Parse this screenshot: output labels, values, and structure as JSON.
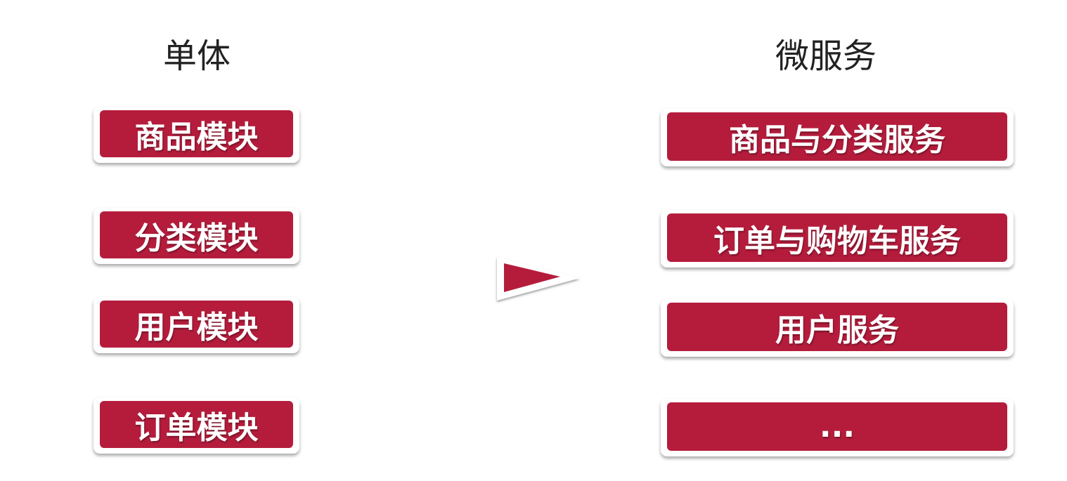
{
  "monolith": {
    "title": "单体",
    "modules": [
      "商品模块",
      "分类模块",
      "用户模块",
      "订单模块"
    ]
  },
  "microservices": {
    "title": "微服务",
    "services": [
      "商品与分类服务",
      "订单与购物车服务",
      "用户服务",
      "..."
    ]
  },
  "colors": {
    "accent": "#b51c3c"
  }
}
